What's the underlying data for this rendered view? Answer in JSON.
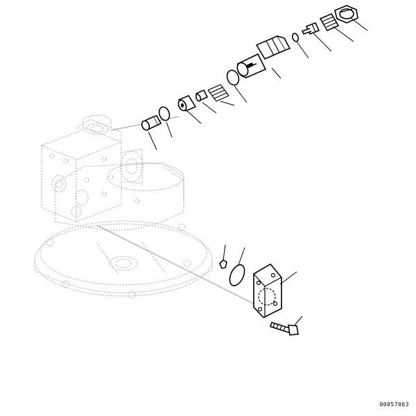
{
  "drawing": {
    "number": "00057063"
  },
  "parts": [
    {
      "id": "cap-nut",
      "icon": "cap-nut-icon"
    },
    {
      "id": "adjust-spring-retainer",
      "icon": "spring-icon"
    },
    {
      "id": "adjust-screw",
      "icon": "screw-icon"
    },
    {
      "id": "small-o-ring",
      "icon": "o-ring-icon"
    },
    {
      "id": "relief-valve-body",
      "icon": "valve-cartridge-icon"
    },
    {
      "id": "large-o-ring",
      "icon": "o-ring-icon"
    },
    {
      "id": "valve-spring",
      "icon": "spring-icon"
    },
    {
      "id": "poppet",
      "icon": "poppet-icon"
    },
    {
      "id": "seat",
      "icon": "sleeve-icon"
    },
    {
      "id": "port-o-ring",
      "icon": "o-ring-icon"
    },
    {
      "id": "plug",
      "icon": "plug-icon"
    },
    {
      "id": "pin",
      "icon": "pin-icon"
    },
    {
      "id": "cover-o-ring",
      "icon": "o-ring-icon"
    },
    {
      "id": "cover-plate",
      "icon": "cover-plate-icon"
    },
    {
      "id": "bolt",
      "icon": "bolt-icon"
    }
  ],
  "colors": {
    "ink": "#000000",
    "ghost": "#aaaaaa",
    "background": "#ffffff"
  }
}
